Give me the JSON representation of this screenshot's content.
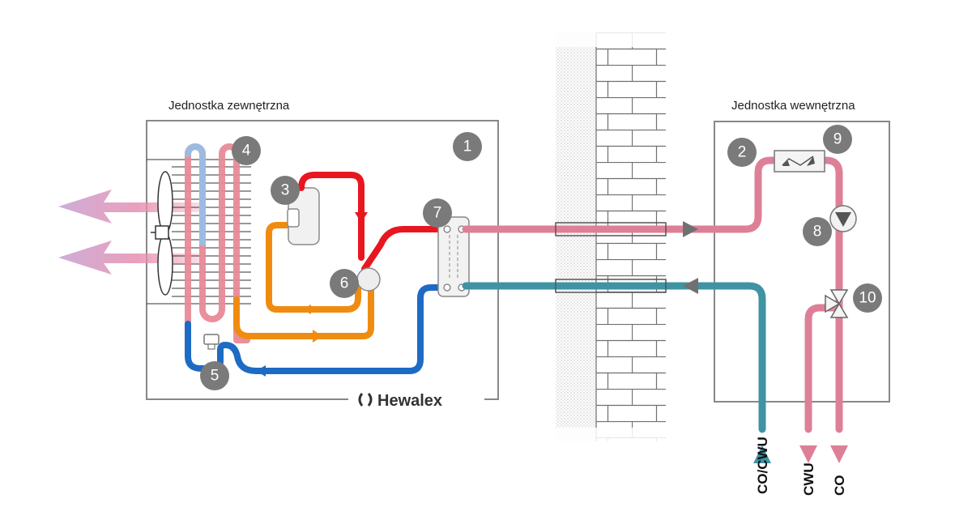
{
  "outdoor_unit": {
    "title": "Jednostka zewnętrzna"
  },
  "indoor_unit": {
    "title": "Jednostka wewnętrzna"
  },
  "brand": {
    "name": "Hewalex"
  },
  "markers": [
    "1",
    "2",
    "3",
    "4",
    "5",
    "6",
    "7",
    "8",
    "9",
    "10"
  ],
  "ports": {
    "supply_return": "CO/CWU",
    "dhw": "CWU",
    "heating": "CO"
  },
  "colors": {
    "hot_refrigerant": "#e8171f",
    "warm_refrigerant": "#ef8c10",
    "cold_refrigerant": "#1e6bc4",
    "supply_water": "#de7f98",
    "return_water": "#3f93a3",
    "marker": "#7a7a7a"
  }
}
